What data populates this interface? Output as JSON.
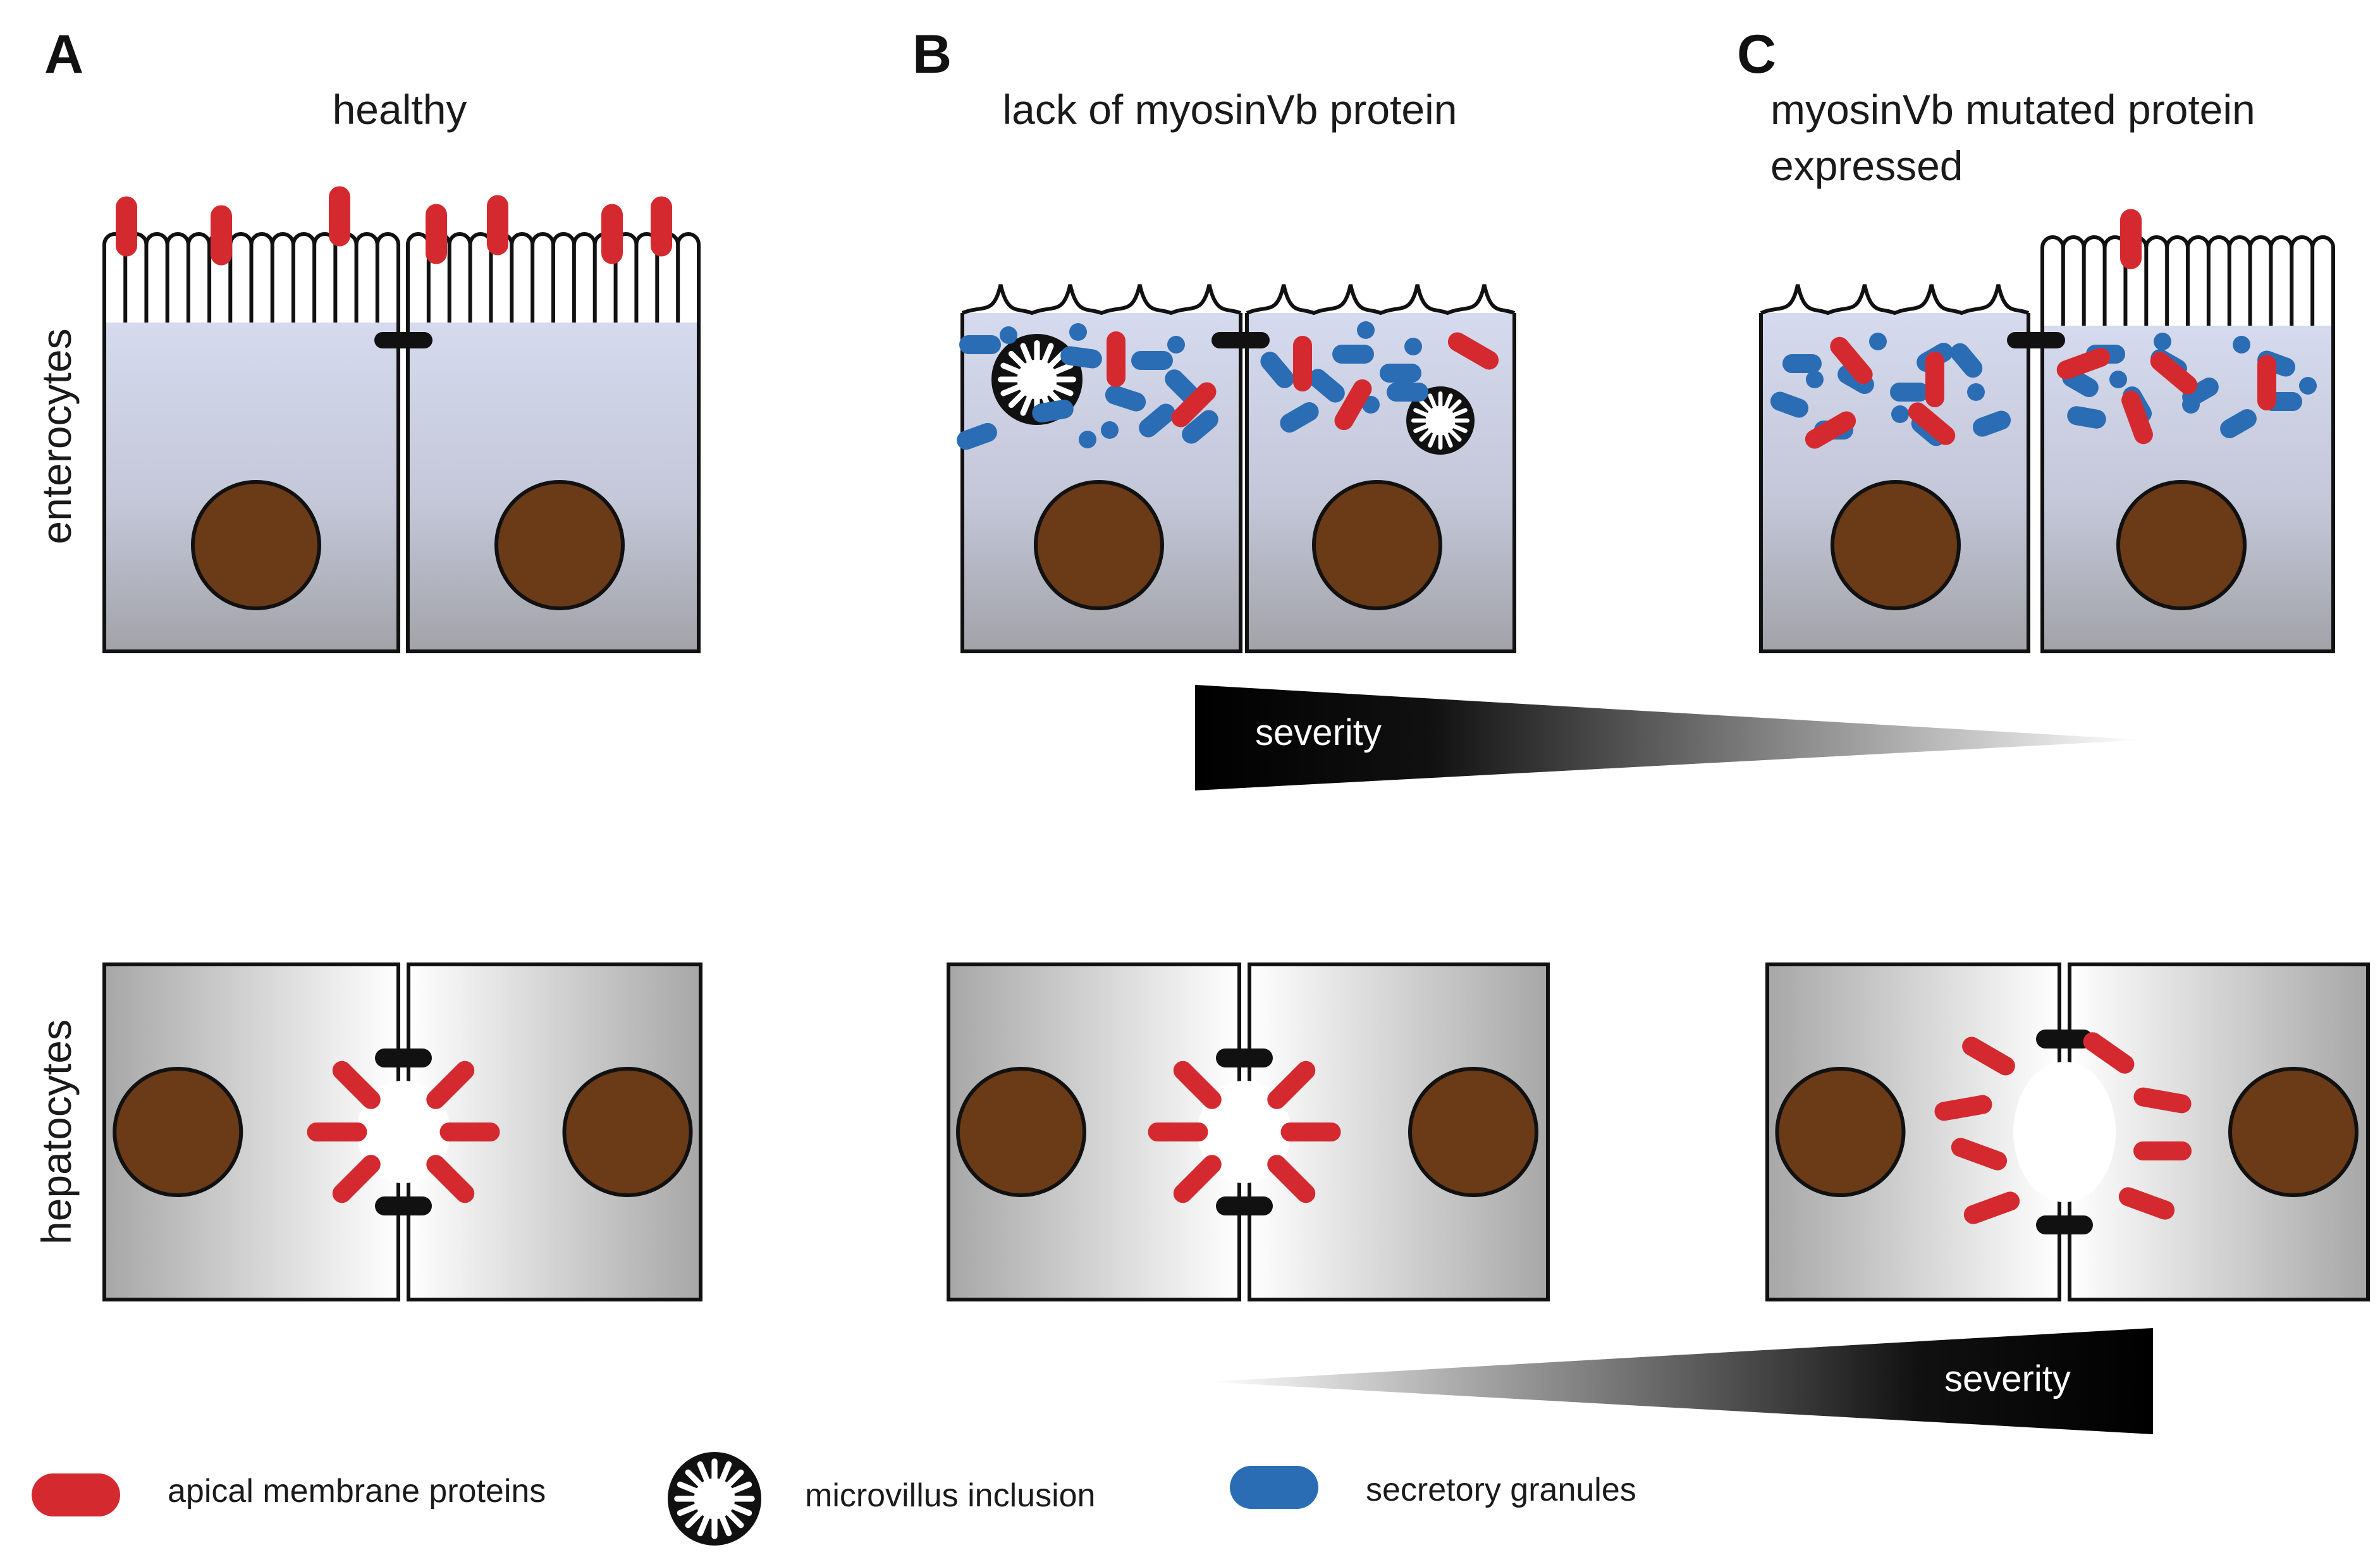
{
  "panels": [
    {
      "letter": "A",
      "title": "healthy",
      "title_line2": ""
    },
    {
      "letter": "B",
      "title": "lack of myosinVb protein",
      "title_line2": ""
    },
    {
      "letter": "C",
      "title": "myosinVb mutated protein",
      "title_line2": "expressed"
    }
  ],
  "rows": {
    "top": "enterocytes",
    "bottom": "hepatocytes"
  },
  "severity": {
    "top_label": "severity",
    "bottom_label": "severity"
  },
  "legend": {
    "apical": "apical membrane proteins",
    "inclusion": "microvillus inclusion",
    "granules": "secretory granules"
  },
  "colors": {
    "apical": "#d42a2f",
    "granule": "#2a6db5",
    "nucleus": "#6b3a17",
    "entero_top": "#d4d8ec",
    "entero_bottom": "#a3a4aa",
    "hepato_dark": "#a8a8a8",
    "outline": "#111111"
  }
}
